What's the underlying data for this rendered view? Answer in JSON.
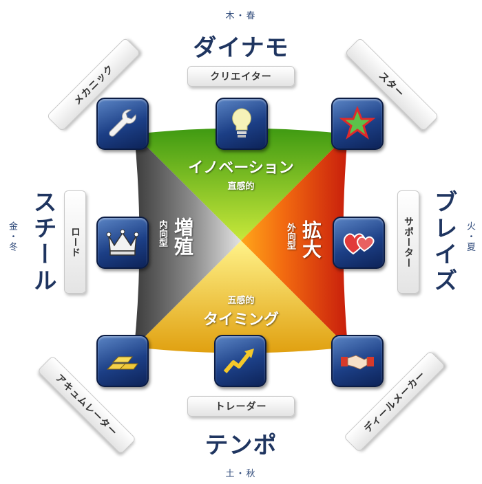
{
  "elements": {
    "top": "木・春",
    "bottom": "土・秋",
    "left": "金・冬",
    "right": "火・夏"
  },
  "frequencies": {
    "top": "ダイナモ",
    "bottom": "テンポ",
    "left": "スチール",
    "right": "ブレイズ"
  },
  "profiles": {
    "creator": "クリエイター",
    "star": "スター",
    "supporter": "サポーター",
    "deal_maker": "ディールメーカー",
    "trader": "トレーダー",
    "accumulator": "アキュムレーター",
    "lord": "ロード",
    "mechanic": "メカニック"
  },
  "quadrants": {
    "top": {
      "title": "イノベーション",
      "sub": "直感的"
    },
    "right": {
      "title": "拡大",
      "sub": "外向型"
    },
    "bottom": {
      "title": "タイミング",
      "sub": "五感的"
    },
    "left": {
      "title": "増殖",
      "sub": "内向型"
    }
  },
  "icons": [
    "wrench-icon",
    "lightbulb-icon",
    "star-icon",
    "crown-icon",
    "hearts-icon",
    "gold-bars-icon",
    "rising-arrow-icon",
    "handshake-icon"
  ],
  "colors": {
    "green": "#6fbf1a",
    "red": "#d62a10",
    "yellow": "#f0c21a",
    "gray": "#5a5a5a",
    "navy": "#1f3560"
  }
}
